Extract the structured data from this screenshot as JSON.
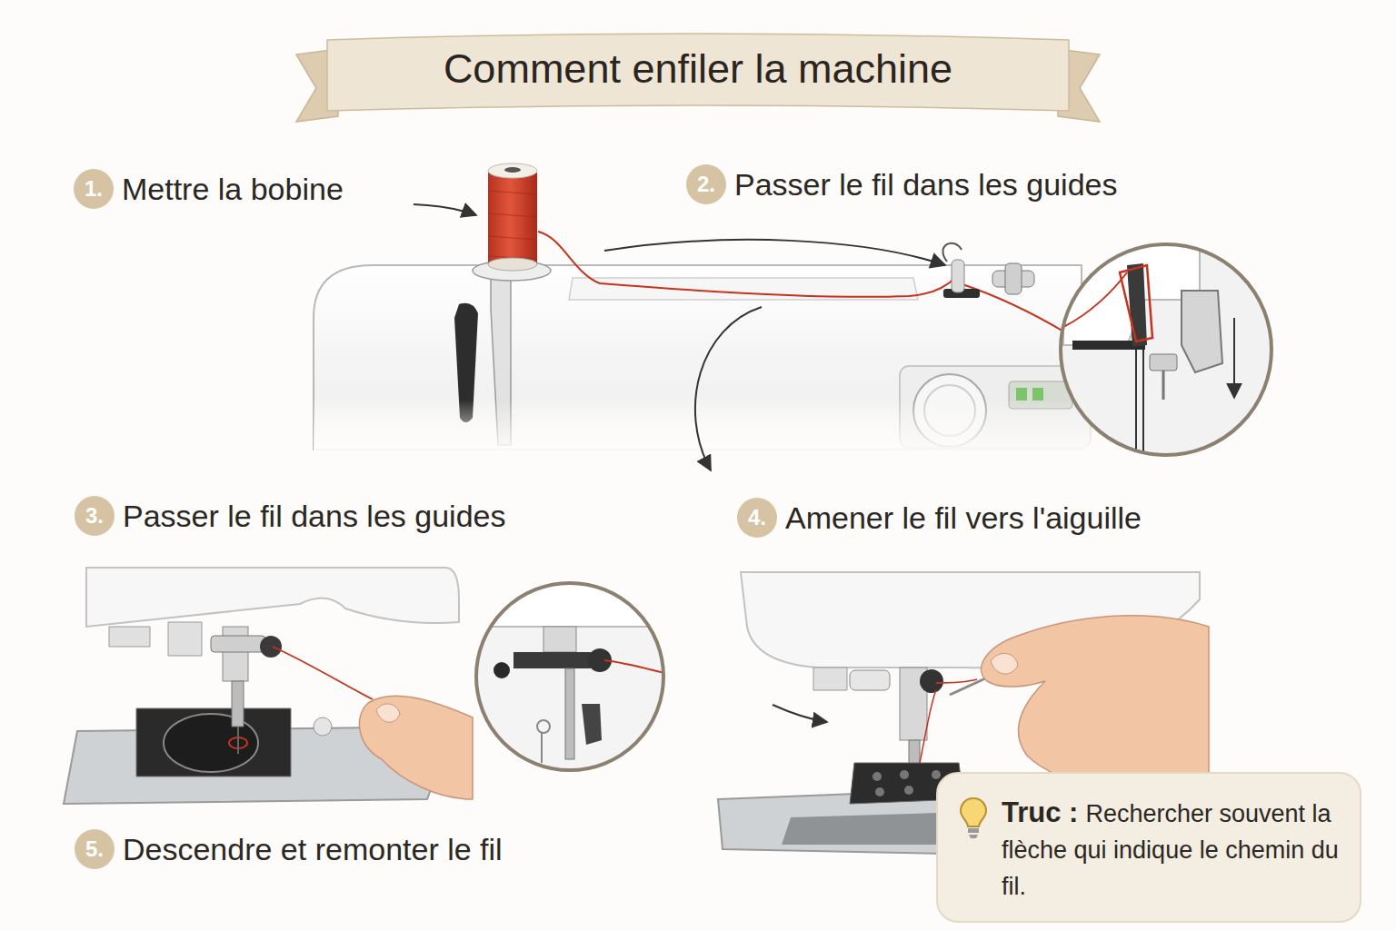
{
  "diagram": {
    "title": "Comment enfiler la machine",
    "nodes": [
      {
        "text": [
          "1.",
          "Mettre la bobine"
        ]
      },
      {
        "text": [
          "2.",
          "Passer le fil dans les guides"
        ]
      },
      {
        "text": [
          "3.",
          "Passer le fil dans les guides"
        ]
      },
      {
        "text": [
          "4.",
          "Amener le fil vers l'aiguille"
        ]
      },
      {
        "text": [
          "5.",
          "Descendre et remonter le fil"
        ]
      },
      {
        "text": [
          "Truc :",
          "Rechercher souvent la flèche qui indique le chemin du fil."
        ]
      }
    ]
  }
}
